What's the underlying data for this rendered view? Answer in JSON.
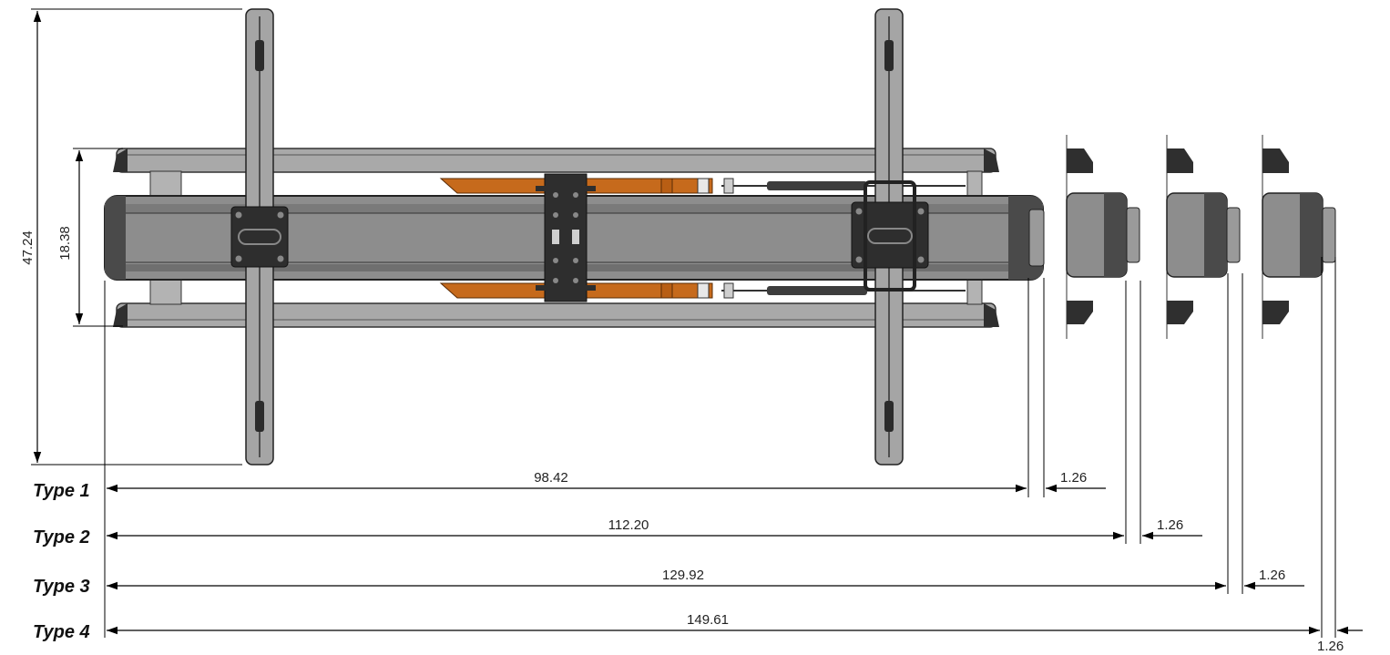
{
  "colors": {
    "frame_gray": "#a3a3a3",
    "frame_dark": "#333333",
    "body_gray": "#8a8a8a",
    "clamp_black": "#2b2b2b",
    "fork_orange": "#c66a1c",
    "dimension_line": "#000000"
  },
  "dimensions": {
    "height_outer": "47.24",
    "height_inner": "18.38"
  },
  "types": [
    {
      "label": "Type 1",
      "length": "98.42",
      "extension": "1.26"
    },
    {
      "label": "Type 2",
      "length": "112.20",
      "extension": "1.26"
    },
    {
      "label": "Type 3",
      "length": "129.92",
      "extension": "1.26"
    },
    {
      "label": "Type 4",
      "length": "149.61",
      "extension": "1.26"
    }
  ]
}
